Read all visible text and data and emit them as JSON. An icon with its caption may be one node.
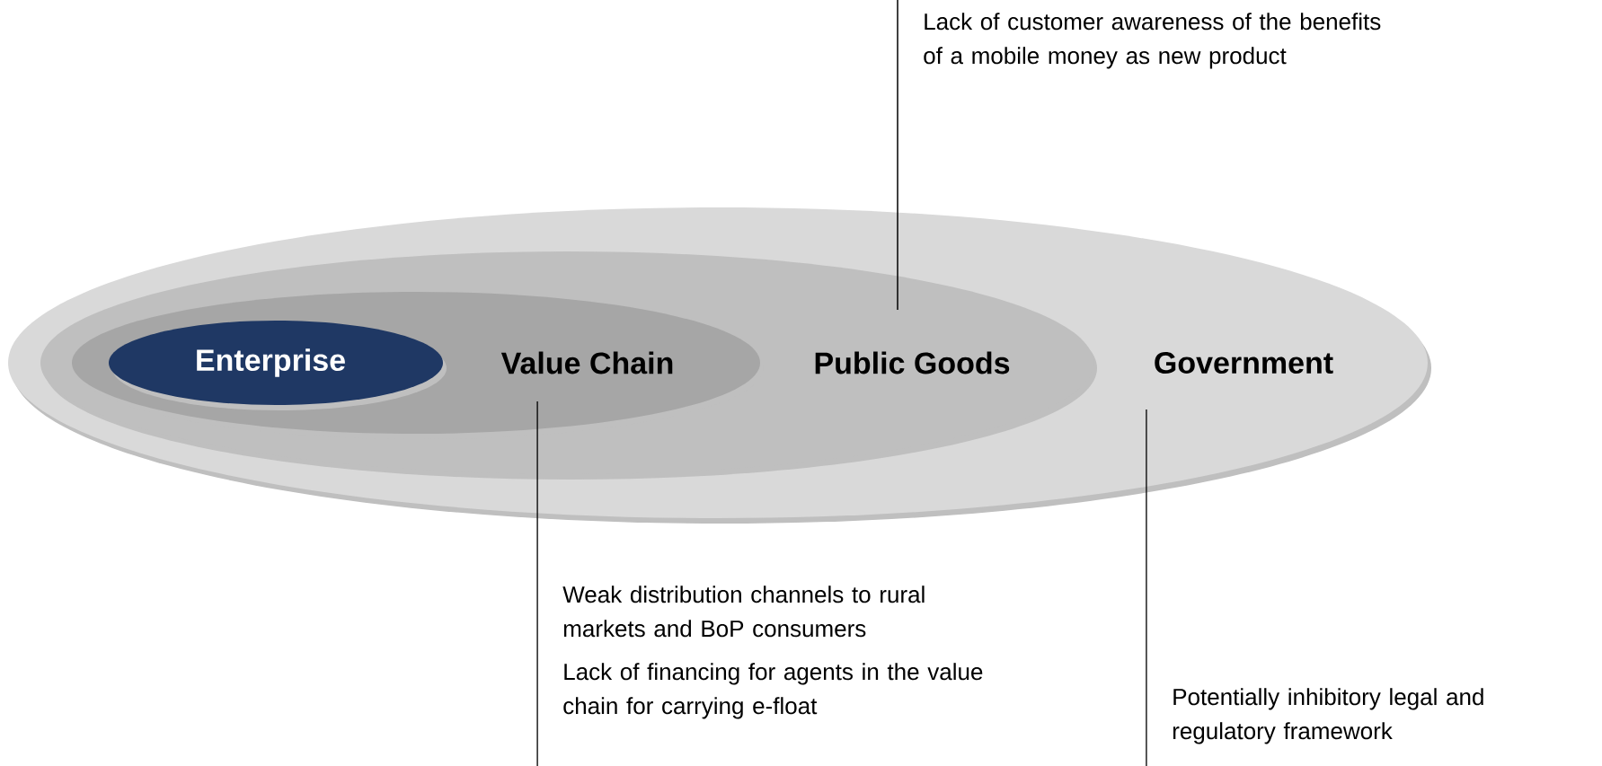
{
  "diagram": {
    "nodes": [
      {
        "text": [
          "Government"
        ]
      },
      {
        "text": [
          "Public Goods"
        ],
        "in": 0
      },
      {
        "text": [
          "Value Chain"
        ],
        "in": 1
      },
      {
        "text": [
          "Enterprise"
        ],
        "in": 2
      },
      {
        "text": [
          "Lack of customer awareness of the benefits of a mobile money as new product"
        ]
      },
      {
        "text": [
          "Weak distribution channels to rural markets and BoP consumers",
          "Lack of financing for agents in the value chain for carrying e-float"
        ]
      },
      {
        "text": [
          "Potentially inhibitory legal and regulatory framework"
        ]
      }
    ],
    "edges": [
      {
        "from": 4,
        "to": 1,
        "arrow": "none"
      },
      {
        "from": 5,
        "to": 2,
        "arrow": "none"
      },
      {
        "from": 6,
        "to": 0,
        "arrow": "none"
      }
    ]
  }
}
